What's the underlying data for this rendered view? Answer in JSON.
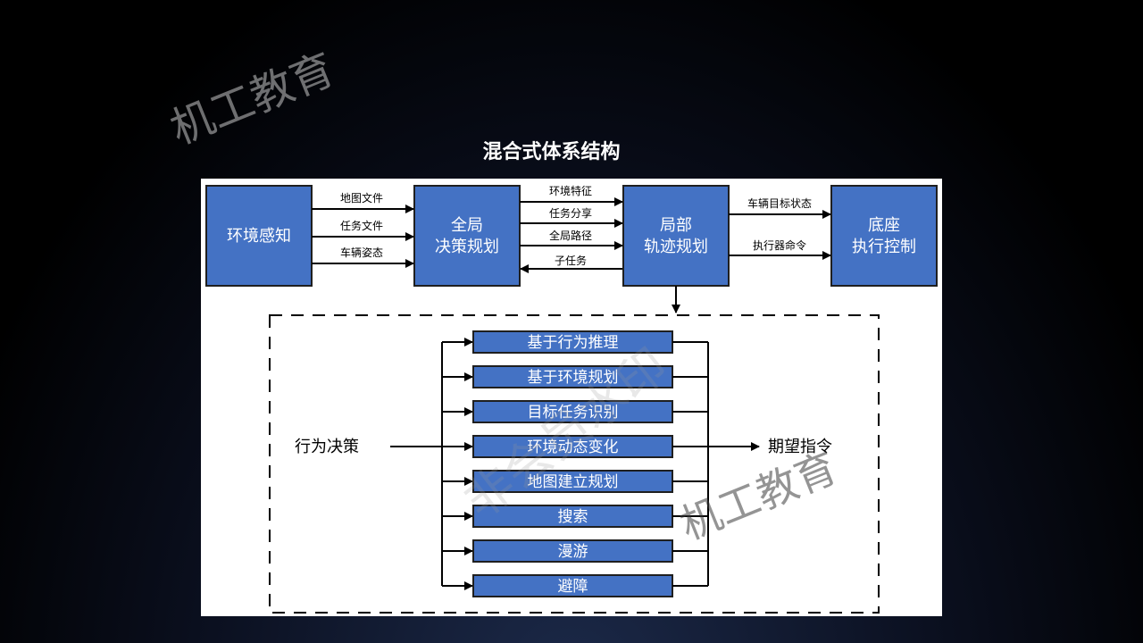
{
  "slide_title": "混合式体系结构",
  "watermarks": [
    "机工教育",
    "非会员水印",
    "机工教育"
  ],
  "blocks": {
    "perception": "环境感知",
    "global_1": "全局",
    "global_2": "决策规划",
    "local_1": "局部",
    "local_2": "轨迹规划",
    "base_1": "底座",
    "base_2": "执行控制"
  },
  "arrows_p_to_g": [
    "地图文件",
    "任务文件",
    "车辆姿态"
  ],
  "arrows_g_to_l": [
    "环境特征",
    "任务分享",
    "全局路径",
    "子任务"
  ],
  "arrows_l_to_b": [
    "车辆目标状态",
    "执行器命令"
  ],
  "behavior": {
    "input": "行为决策",
    "output": "期望指令",
    "items": [
      "基于行为推理",
      "基于环境规划",
      "目标任务识别",
      "环境动态变化",
      "地图建立规划",
      "搜索",
      "漫游",
      "避障"
    ]
  },
  "colors": {
    "block_fill": "#4472c4",
    "block_border": "#1f1f1f"
  }
}
